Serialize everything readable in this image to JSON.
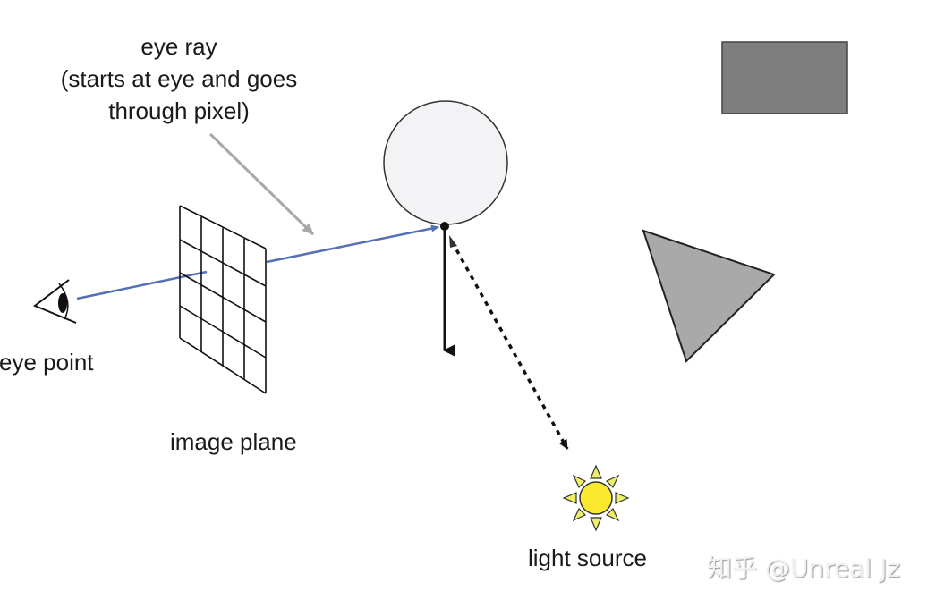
{
  "diagram": {
    "title_label": {
      "line1": "eye ray",
      "line2": "(starts at eye and goes",
      "line3": "through pixel)"
    },
    "labels": {
      "eye_point": "eye point",
      "image_plane": "image plane",
      "light_source": "light source"
    },
    "watermark": "知乎 @Unreal Jz",
    "elements": [
      {
        "name": "eye",
        "type": "icon",
        "semantic": "eye-icon"
      },
      {
        "name": "image-plane",
        "type": "grid",
        "rows": 4,
        "cols": 4
      },
      {
        "name": "eye-ray",
        "type": "arrow",
        "color": "#5470b5",
        "from": "eye",
        "to": "sphere-hit-point"
      },
      {
        "name": "annotation-arrow",
        "type": "arrow",
        "color": "#a8a8a8"
      },
      {
        "name": "sphere",
        "type": "circle",
        "fill": "#f3f3f5",
        "stroke": "#333333"
      },
      {
        "name": "normal-arrow",
        "type": "arrow",
        "color": "#111111",
        "direction": "down"
      },
      {
        "name": "shadow-ray",
        "type": "dashed-arrow",
        "color": "#111111",
        "to": "light-source"
      },
      {
        "name": "rectangle",
        "type": "rect",
        "fill": "#7f7f7f"
      },
      {
        "name": "triangle",
        "type": "polygon",
        "fill": "#a9a9a9"
      },
      {
        "name": "light-source",
        "type": "icon",
        "semantic": "sun-icon",
        "fill": "#fbe92f"
      }
    ],
    "colors": {
      "ray_blue": "#5470b5",
      "annotation_gray": "#a8a8a8",
      "sun_yellow": "#fbe92f",
      "sun_ray_yellow": "#eeee6a",
      "rect_gray": "#7f7f7f",
      "triangle_gray": "#a9a9a9",
      "sphere_fill": "#f3f3f5"
    }
  }
}
